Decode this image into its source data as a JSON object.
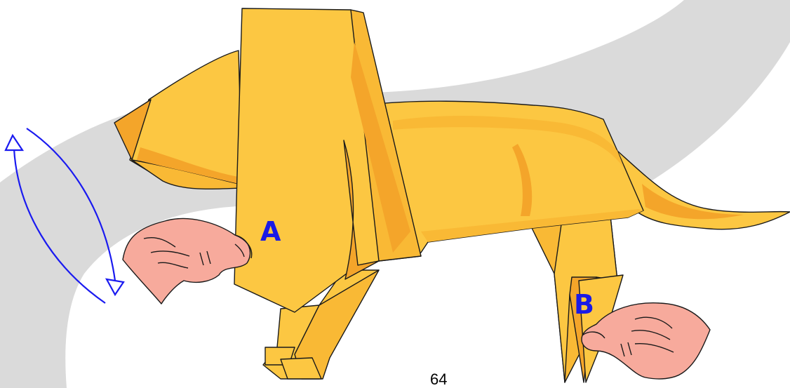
{
  "labels": {
    "a": "A",
    "b": "B"
  },
  "page_number": "64",
  "colors": {
    "paper_light": "#fcc742",
    "paper_mid": "#f9b935",
    "paper_dark": "#f4a52a",
    "arrow": "#1a1af0",
    "label": "#1a1ae6",
    "hand_skin": "#f7aa9c",
    "background_swoosh": "#dadada",
    "outline": "#1a1a1a"
  }
}
